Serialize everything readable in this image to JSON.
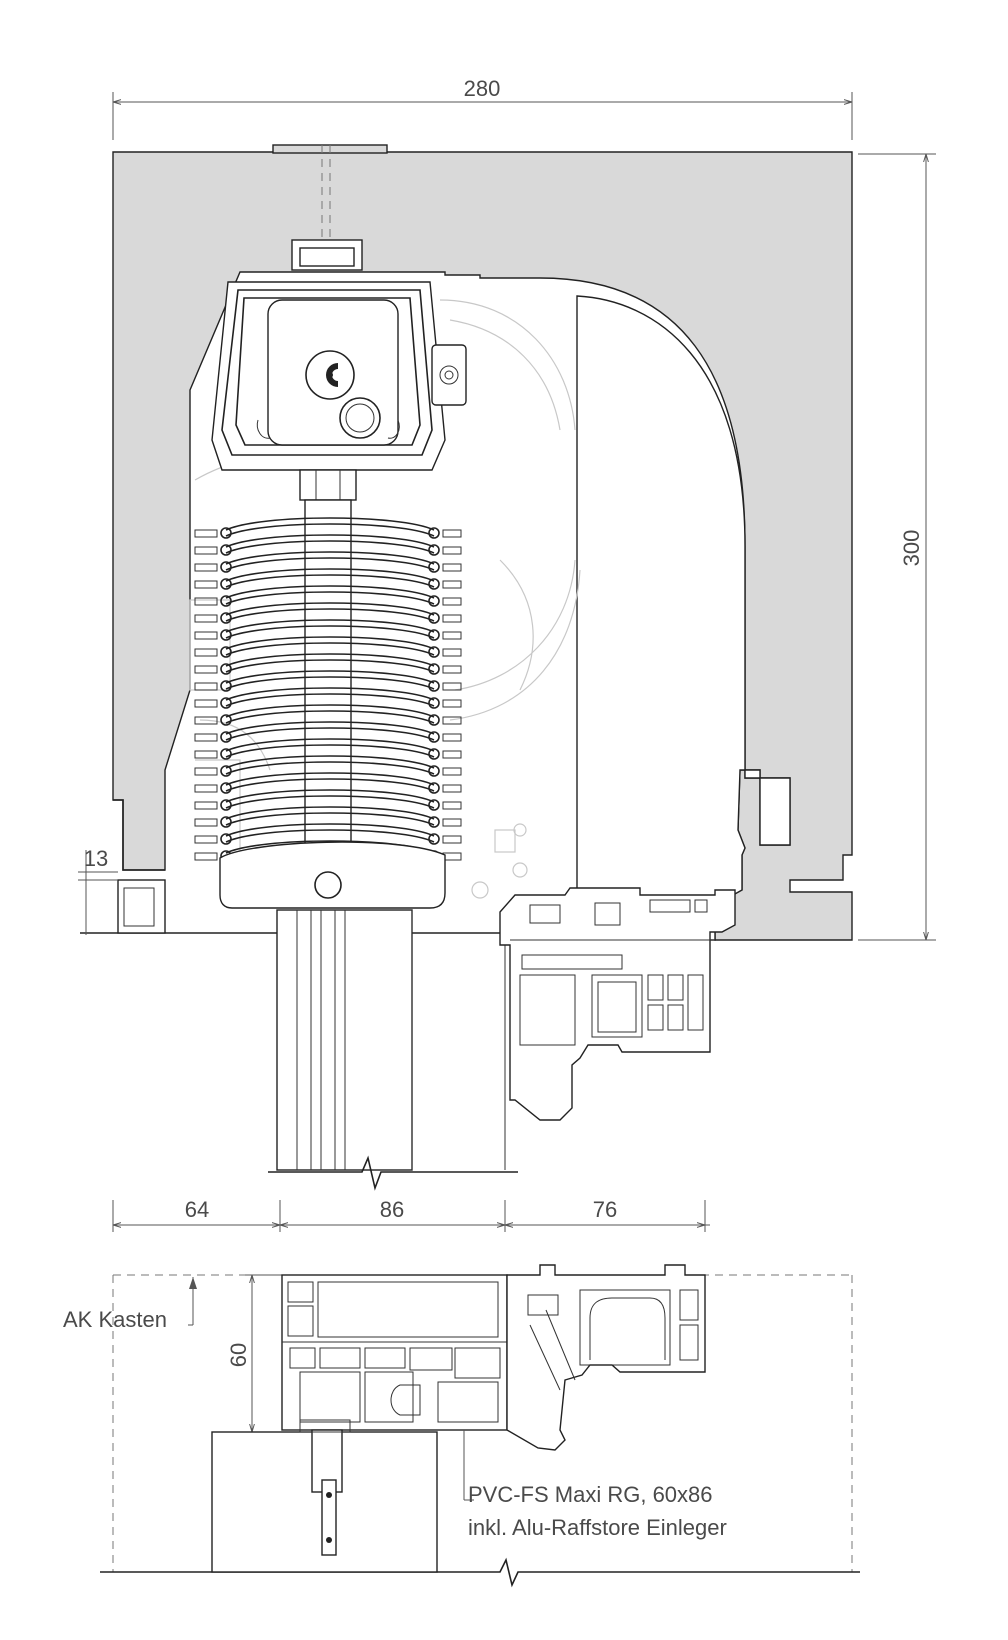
{
  "dimensions": {
    "width_total": "280",
    "height_total": "300",
    "gap": "13",
    "bottom_left": "64",
    "bottom_mid": "86",
    "bottom_right": "76",
    "frame_depth": "60"
  },
  "labels": {
    "ak_kasten": "AK Kasten",
    "profile_line1": "PVC-FS Maxi RG, 60x86",
    "profile_line2": "inkl. Alu-Raffstore Einleger"
  },
  "colors": {
    "box_fill": "#d9d9d9",
    "line": "#222222",
    "faint_line": "#c8c8c8"
  }
}
